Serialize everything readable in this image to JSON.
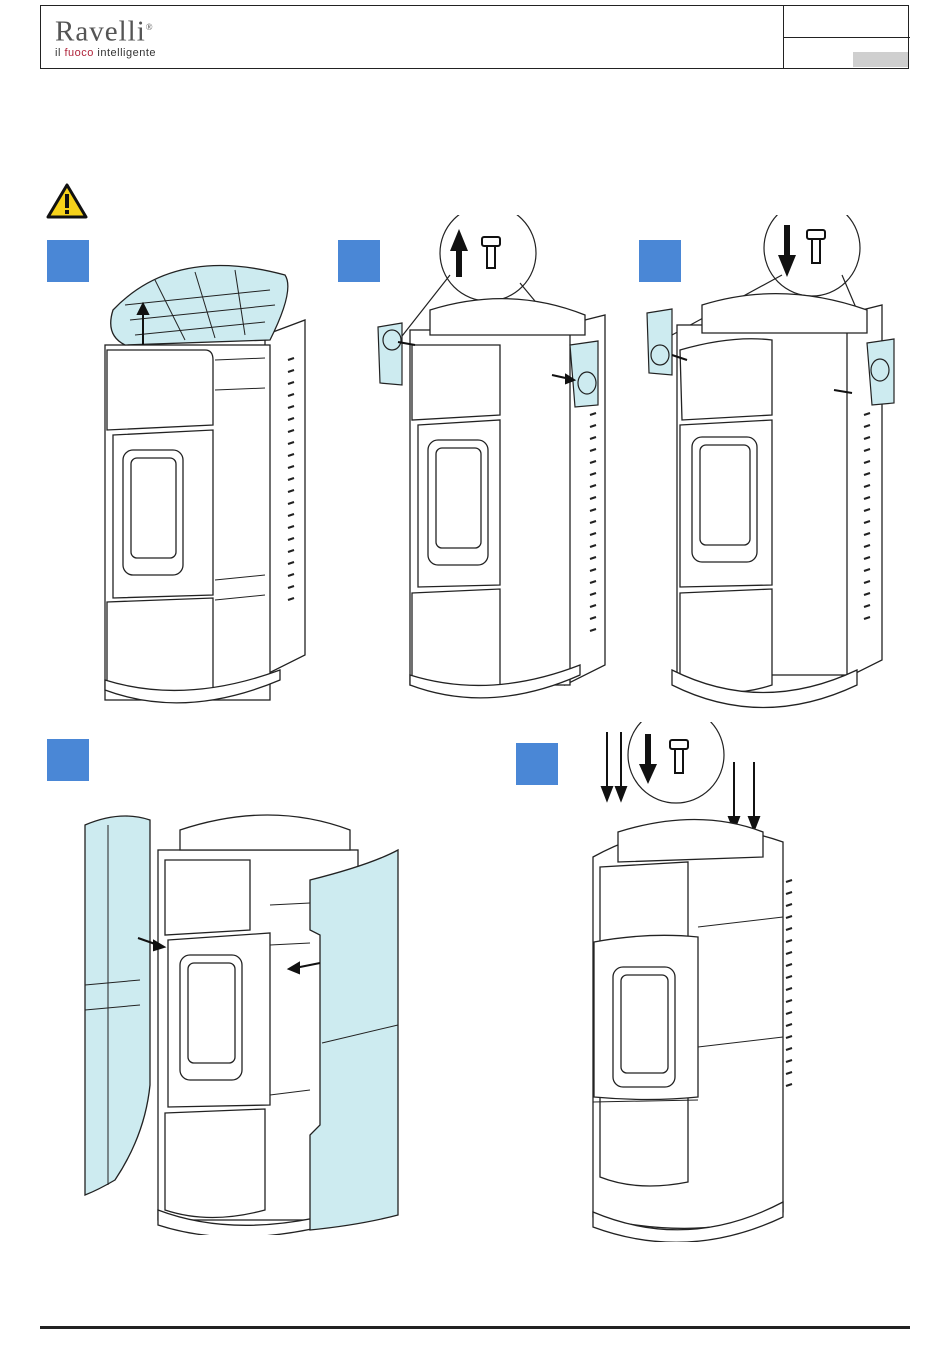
{
  "brand": {
    "name": "Ravelli",
    "reg": "®",
    "tagline_pre": "il ",
    "tagline_accent": "fuoco",
    "tagline_post": " intelligente"
  },
  "colors": {
    "step_badge": "#4a87d6",
    "panel_fill": "#cdebf0",
    "line": "#222222",
    "warning_fill": "#f6d21a"
  },
  "icons": [
    "warning-triangle-icon",
    "screw-icon",
    "arrow-up-icon",
    "arrow-down-icon"
  ]
}
